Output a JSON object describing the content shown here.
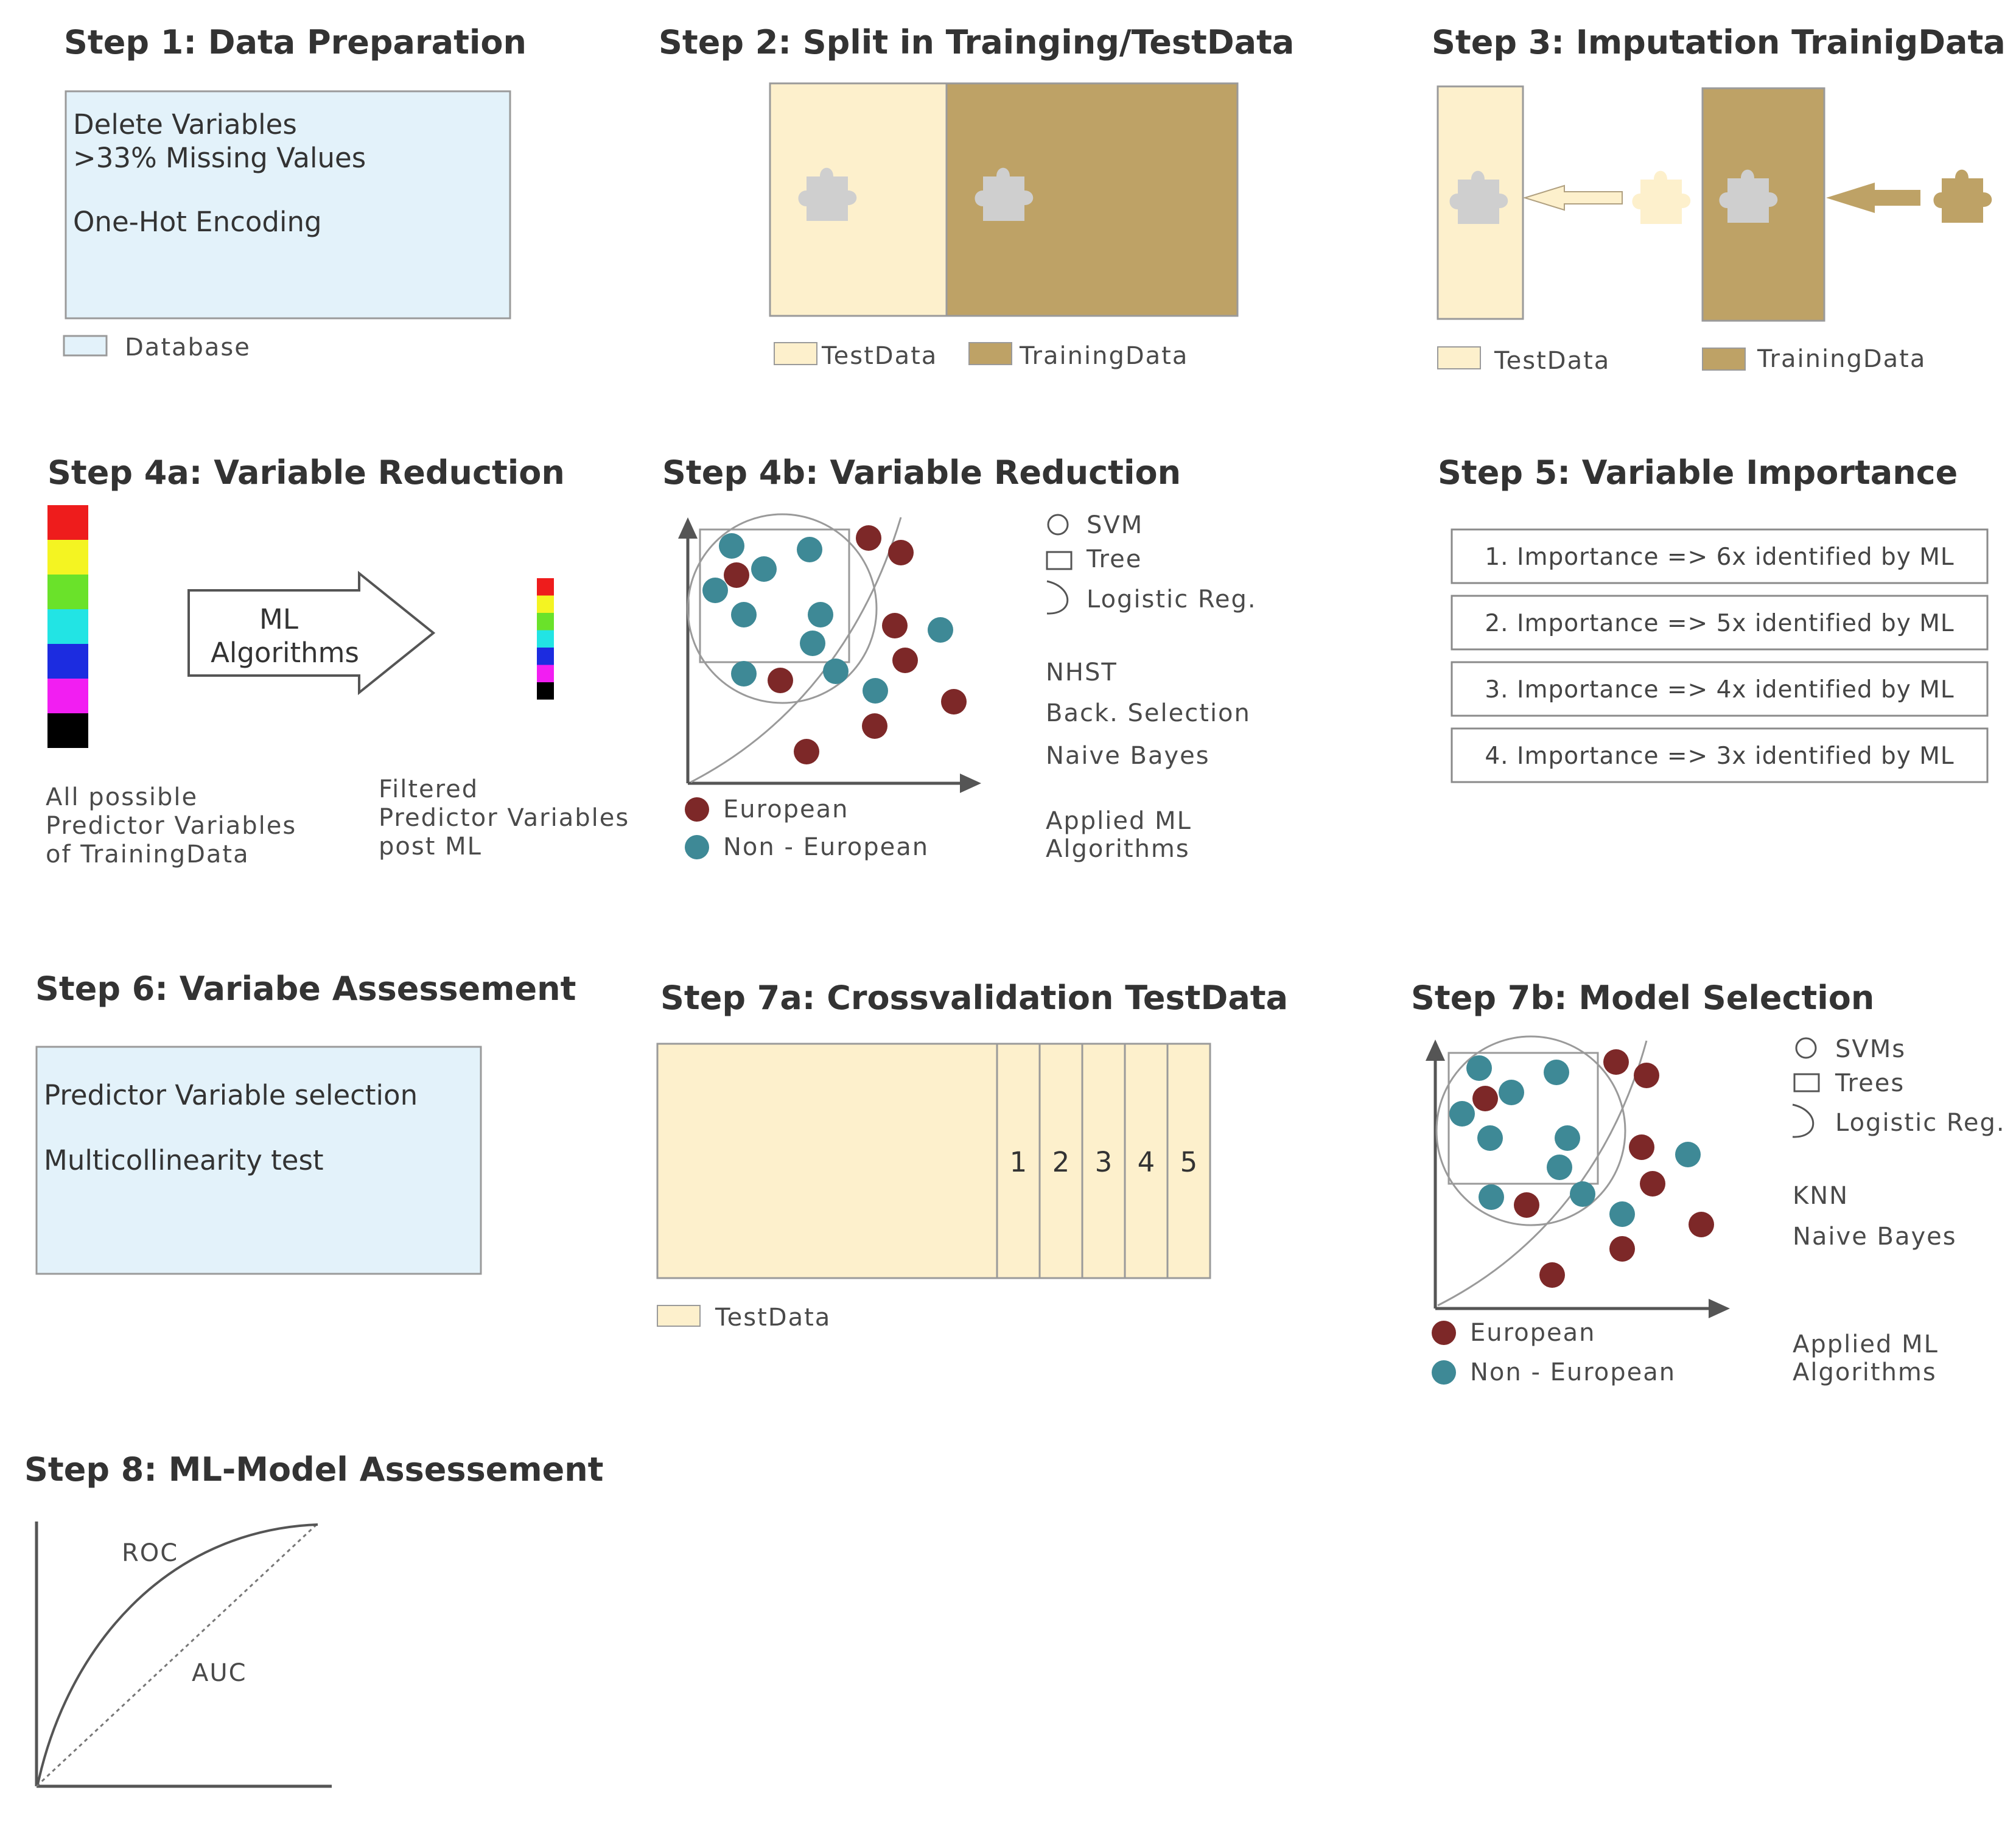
{
  "colors": {
    "database": "#e3f2fa",
    "test_data": "#fdf0cc",
    "training_data": "#bea266",
    "puzzle": "#cfcfcf",
    "european": "#7d2828",
    "non_european": "#3e8996",
    "spectrum": [
      "#ee1c1c",
      "#f4f422",
      "#6ae22a",
      "#22e4e4",
      "#1c2ce0",
      "#f21ef2",
      "#000000"
    ]
  },
  "step1": {
    "title": "Step 1: Data Preparation",
    "line1": "Delete Variables",
    "line2": ">33% Missing Values",
    "line3": "One-Hot Encoding",
    "legend": "Database"
  },
  "step2": {
    "title": "Step 2: Split in Trainging/TestData",
    "legend_test": "TestData",
    "legend_train": "TrainingData"
  },
  "step3": {
    "title": "Step 3: Imputation TrainigData",
    "legend_test": "TestData",
    "legend_train": "TrainingData"
  },
  "step4a": {
    "title": "Step 4a: Variable Reduction",
    "arrow_line1": "ML",
    "arrow_line2": "Algorithms",
    "left_caption": [
      "All possible",
      "Predictor Variables",
      "of TrainingData"
    ],
    "right_caption": [
      "Filtered",
      "Predictor Variables",
      "post ML"
    ]
  },
  "step4b": {
    "title": "Step 4b: Variable Reduction",
    "legend_shapes": [
      "SVM",
      "Tree",
      "Logistic Reg."
    ],
    "algorithms": [
      "NHST",
      "Back. Selection",
      "Naive Bayes"
    ],
    "applied": [
      "Applied ML",
      "Algorithms"
    ],
    "legend_european": "European",
    "legend_non_european": "Non - European"
  },
  "step5": {
    "title": "Step 5: Variable Importance",
    "items": [
      "1. Importance => 6x identified by ML",
      "2. Importance => 5x identified by ML",
      "3. Importance => 4x identified by ML",
      "4. Importance => 3x identified by ML"
    ]
  },
  "step6": {
    "title": "Step 6: Variabe Assessement",
    "line1": "Predictor Variable selection",
    "line2": "Multicollinearity test"
  },
  "step7a": {
    "title": "Step 7a:  Crossvalidation TestData",
    "folds": [
      "1",
      "2",
      "3",
      "4",
      "5"
    ],
    "legend": "TestData"
  },
  "step7b": {
    "title": "Step 7b: Model Selection",
    "legend_shapes": [
      "SVMs",
      "Trees",
      "Logistic Reg."
    ],
    "algorithms": [
      "KNN",
      "Naive Bayes"
    ],
    "applied": [
      "Applied ML",
      "Algorithms"
    ],
    "legend_european": "European",
    "legend_non_european": "Non - European"
  },
  "step8": {
    "title": "Step 8: ML-Model Assessement",
    "roc_label": "ROC",
    "auc_label": "AUC"
  }
}
